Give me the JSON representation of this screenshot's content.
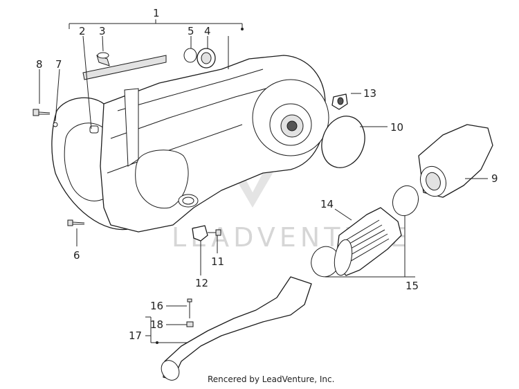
{
  "callouts": {
    "c1": "1",
    "c2": "2",
    "c3": "3",
    "c4": "4",
    "c5": "5",
    "c6": "6",
    "c7": "7",
    "c8": "8",
    "c9": "9",
    "c10": "10",
    "c11": "11",
    "c12": "12",
    "c13": "13",
    "c14": "14",
    "c15": "15",
    "c16": "16",
    "c17": "17",
    "c18": "18"
  },
  "watermark": {
    "text": "LEADVENTURE"
  },
  "footer": {
    "text": "Rencered by LeadVenture, Inc."
  }
}
